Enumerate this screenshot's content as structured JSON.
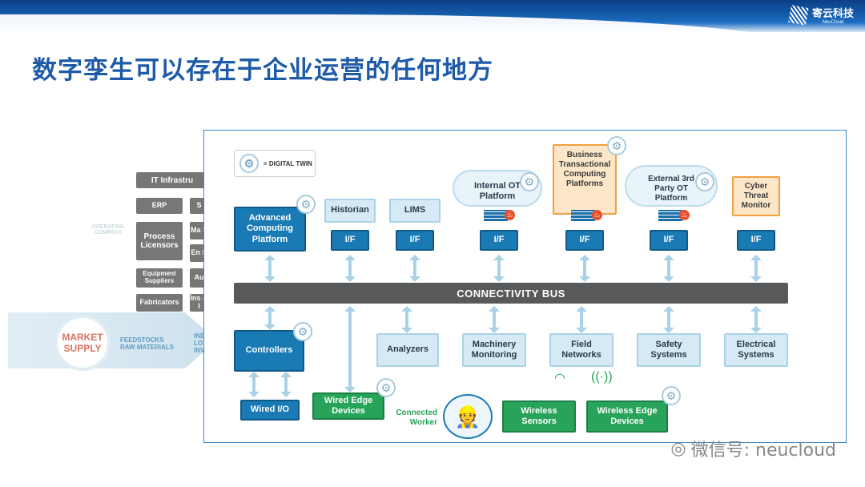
{
  "header": {
    "logo_cn": "寄云科技",
    "logo_en": "NeuCloud"
  },
  "title": "数字孪生可以存在于企业运营的任何地方",
  "background_diagram": {
    "it": "IT Infrastru",
    "erp": "ERP",
    "s1": "S",
    "process": "Process Licensors",
    "ma": "Ma S",
    "en": "En S",
    "equipment": "Equipment Suppliers",
    "au": "Au",
    "fabricators": "Fabricators",
    "ins": "Ins & I",
    "operating": "OPERATING COMPANY",
    "market": "MARKET SUPPLY",
    "feed": "FEEDSTOCKS RAW MATERIALS",
    "inb": "INE LO INV"
  },
  "legend": {
    "label": "= DIGITAL TWIN"
  },
  "top": {
    "advanced": "Advanced Computing Platform",
    "historian": "Historian",
    "lims": "LIMS",
    "internal": "Internal OT Platform",
    "business": "Business Transactional Computing Platforms",
    "external": "External 3rd Party OT Platform",
    "cyber": "Cyber Threat Monitor",
    "if": "I/F"
  },
  "bus": "CONNECTIVITY BUS",
  "bottom": {
    "controllers": "Controllers",
    "analyzers": "Analyzers",
    "machinery": "Machinery Monitoring",
    "field": "Field Networks",
    "safety": "Safety Systems",
    "electrical": "Electrical Systems",
    "wired_io": "Wired I/O",
    "wired_edge": "Wired Edge Devices",
    "connected_worker": "Connected Worker",
    "wireless_sensors": "Wireless Sensors",
    "wireless_edge": "Wireless Edge Devices"
  },
  "watermark": "微信号: neucloud"
}
